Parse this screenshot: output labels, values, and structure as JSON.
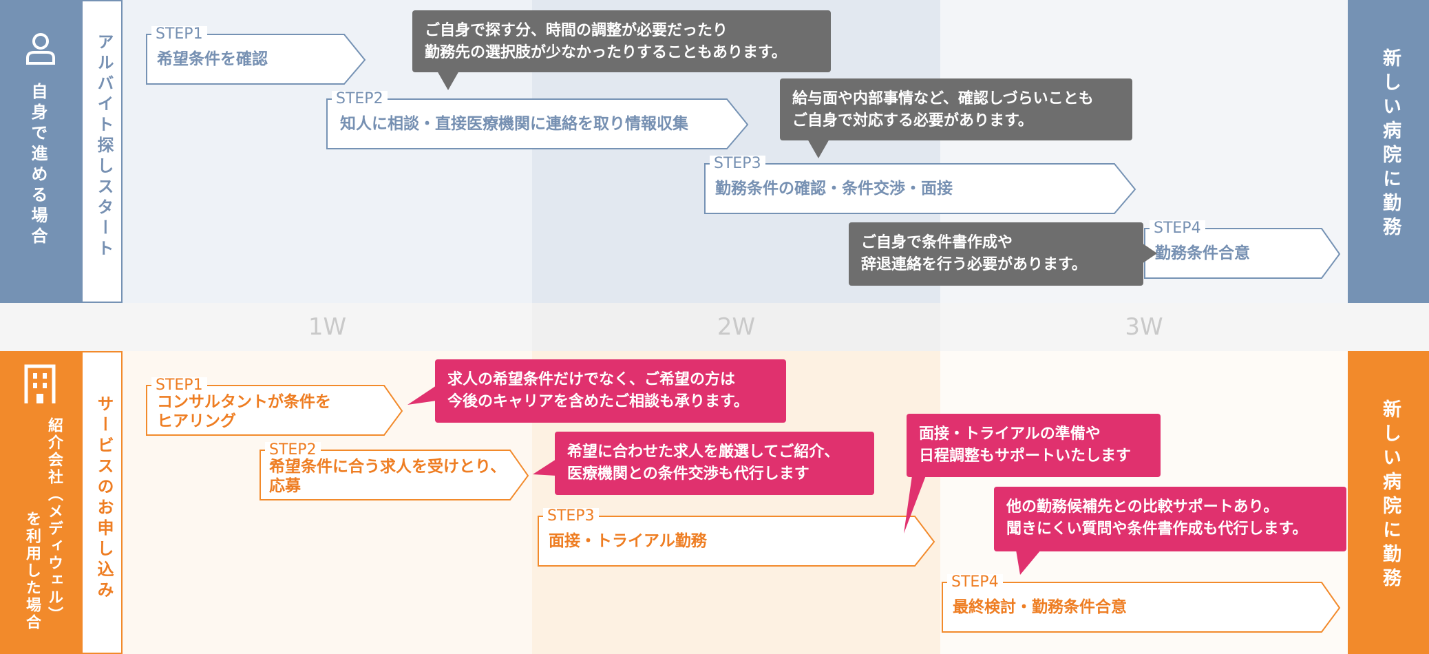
{
  "colors": {
    "blue_accent": "#7592b4",
    "blue_text": "#7690b2",
    "orange_accent": "#f28a2b",
    "orange_text": "#ee7d22",
    "dark_bubble": "#6e6e6e",
    "pink_bubble": "#e0316e"
  },
  "top": {
    "side_icon": "person-icon",
    "side_label": "自身で進める場合",
    "start_label": "アルバイト探しスタート",
    "end_label": "新しい病院に勤務",
    "steps": [
      {
        "label": "STEP1",
        "text": "希望条件を確認"
      },
      {
        "label": "STEP2",
        "text": "知人に相談・直接医療機関に連絡を取り情報収集"
      },
      {
        "label": "STEP3",
        "text": "勤務条件の確認・条件交渉・面接"
      },
      {
        "label": "STEP4",
        "text": "勤務条件合意"
      }
    ],
    "notes": [
      {
        "line1": "ご自身で探す分、時間の調整が必要だったり",
        "line2": "勤務先の選択肢が少なかったりすることもあります。"
      },
      {
        "line1": "給与面や内部事情など、確認しづらいことも",
        "line2": "ご自身で対応する必要があります。"
      },
      {
        "line1": "ご自身で条件書作成や",
        "line2": "辞退連絡を行う必要があります。"
      }
    ]
  },
  "weeks": [
    "1W",
    "2W",
    "3W"
  ],
  "bottom": {
    "side_icon": "building-icon",
    "side_label_col1": "紹介会社（メディウェル）",
    "side_label_col2": "を利用した場合",
    "start_label": "サービスのお申し込み",
    "end_label": "新しい病院に勤務",
    "steps": [
      {
        "label": "STEP1",
        "line1": "コンサルタントが条件を",
        "line2": "ヒアリング"
      },
      {
        "label": "STEP2",
        "line1": "希望条件に合う求人を受けとり、",
        "line2": "応募"
      },
      {
        "label": "STEP3",
        "line1": "面接・トライアル勤務",
        "line2": ""
      },
      {
        "label": "STEP4",
        "line1": "最終検討・勤務条件合意",
        "line2": ""
      }
    ],
    "notes": [
      {
        "line1": "求人の希望条件だけでなく、ご希望の方は",
        "line2": "今後のキャリアを含めたご相談も承ります。"
      },
      {
        "line1": "希望に合わせた求人を厳選してご紹介、",
        "line2": "医療機関との条件交渉も代行します"
      },
      {
        "line1": "面接・トライアルの準備や",
        "line2": "日程調整もサポートいたします"
      },
      {
        "line1": "他の勤務候補先との比較サポートあり。",
        "line2": "聞きにくい質問や条件書作成も代行します。"
      }
    ]
  }
}
